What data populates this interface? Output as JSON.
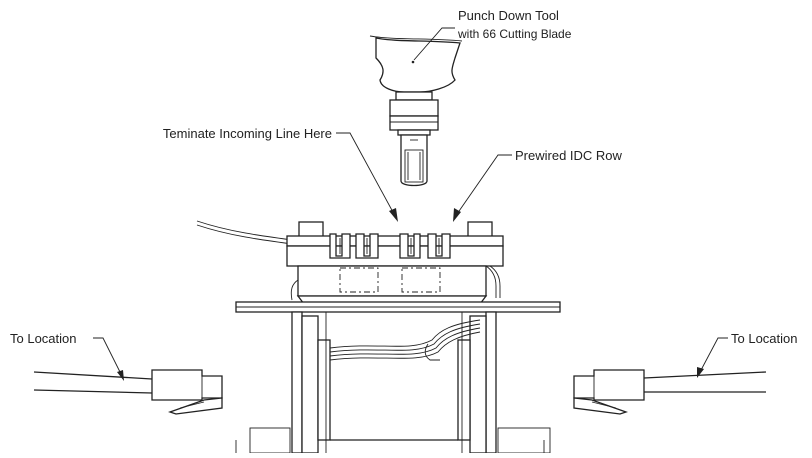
{
  "callouts": {
    "tool_line1": "Punch Down Tool",
    "tool_line2": "with 66 Cutting Blade",
    "terminate": "Teminate Incoming Line Here",
    "prewired": "Prewired IDC Row",
    "location_left": "To Location",
    "location_right": "To Location"
  },
  "colors": {
    "line": "#222222",
    "background": "#ffffff"
  }
}
